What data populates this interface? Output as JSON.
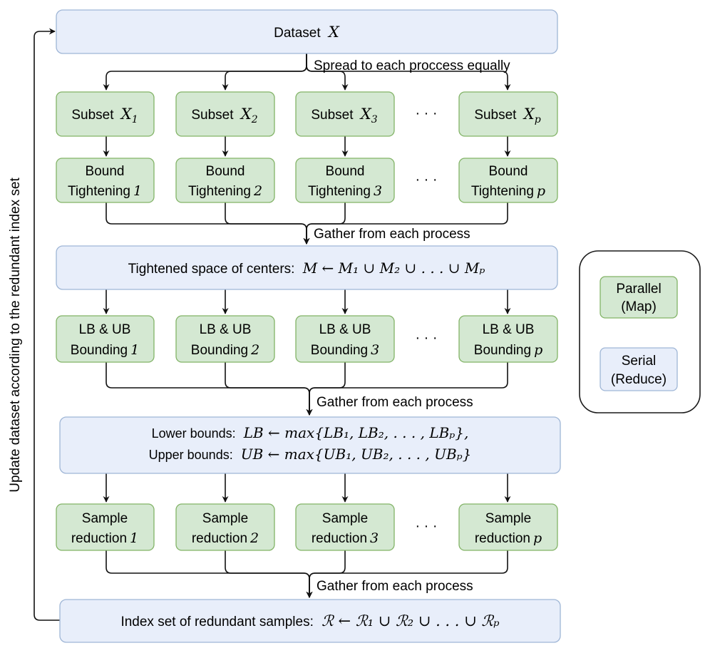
{
  "dataset": {
    "prefix": "Dataset",
    "var": "X"
  },
  "spread_label": "Spread to each proccess equally",
  "gather_label": "Gather from each process",
  "ellipsis": "· · ·",
  "subset": {
    "prefix": "Subset",
    "var": "X",
    "subs": [
      "1",
      "2",
      "3",
      "p"
    ]
  },
  "bound_tightening": {
    "line1": "Bound",
    "line2": "Tightening",
    "idx": [
      "1",
      "2",
      "3",
      "p"
    ]
  },
  "tightened": {
    "text": "Tightened space of centers:",
    "formula": "M ← M₁ ∪ M₂ ∪ . . . ∪ Mₚ"
  },
  "lbub": {
    "line1": "LB & UB",
    "line2": "Bounding",
    "idx": [
      "1",
      "2",
      "3",
      "p"
    ]
  },
  "bounds": {
    "lower_text": "Lower bounds:",
    "lower_formula": "LB ← max{LB₁, LB₂, . . . , LBₚ},",
    "upper_text": "Upper bounds:",
    "upper_formula": "UB ← max{UB₁, UB₂, . . . , UBₚ}"
  },
  "sample_reduction": {
    "line1": "Sample",
    "line2": "reduction",
    "idx": [
      "1",
      "2",
      "3",
      "p"
    ]
  },
  "index_set": {
    "text": "Index set of redundant samples:",
    "formula": "ℛ ← ℛ₁ ∪ ℛ₂ ∪ . . . ∪ ℛₚ"
  },
  "side_label": "Update dataset according to the redundant index set",
  "legend": {
    "parallel_line1": "Parallel",
    "parallel_line2": "(Map)",
    "serial_line1": "Serial",
    "serial_line2": "(Reduce)"
  },
  "colors": {
    "serial_fill": "#e8eefa",
    "serial_stroke": "#9fb6d6",
    "parallel_fill": "#d4e8d2",
    "parallel_stroke": "#82b366"
  }
}
